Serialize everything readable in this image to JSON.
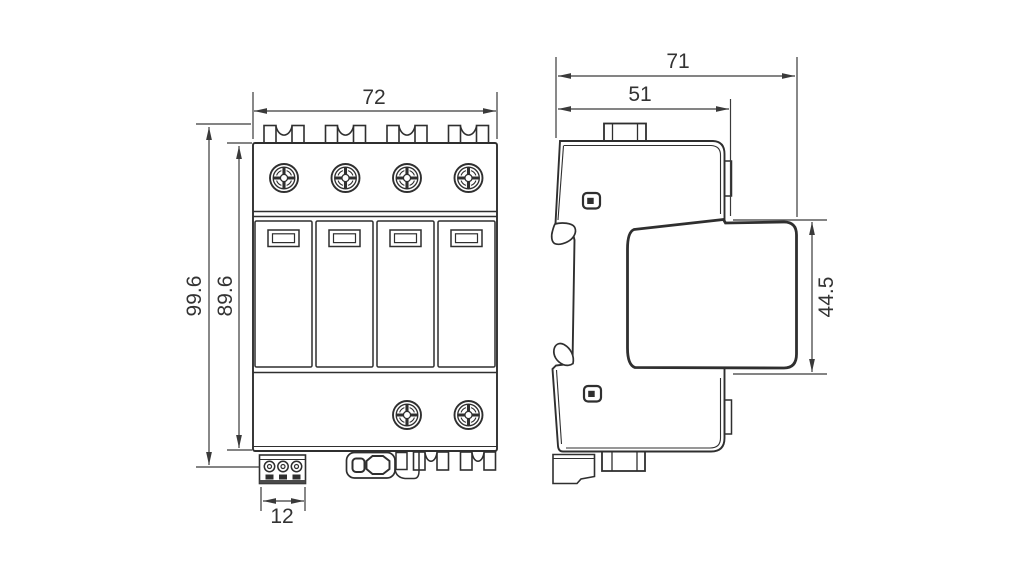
{
  "document": {
    "type": "technical-dimension-drawing",
    "background_color": "#ffffff",
    "line_color": "#2f2f2f",
    "dimension_color": "#3a3a3a"
  },
  "front_view": {
    "module_count": 4,
    "dimensions": {
      "width": "72",
      "overall_height": "99.6",
      "body_height": "89.6",
      "terminal_width": "12"
    }
  },
  "side_view": {
    "dimensions": {
      "overall_depth": "71",
      "body_depth": "51",
      "module_height": "44.5"
    }
  }
}
